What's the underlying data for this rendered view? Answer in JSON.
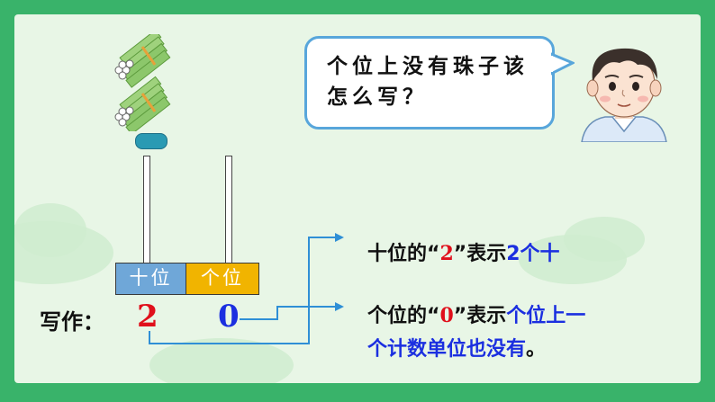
{
  "bubble": {
    "text": "个位上没有珠子该怎么写？"
  },
  "abacus": {
    "tens_label": "十位",
    "ones_label": "个位",
    "tens_color": "#6fa7d8",
    "ones_color": "#f1b400",
    "bead_color": "#2a9ab3"
  },
  "write": {
    "label": "写作：",
    "tens_digit": "2",
    "ones_digit": "0"
  },
  "statements": {
    "tens": {
      "prefix": "十位的“",
      "digit": "2",
      "middle": "”表示",
      "meaning": "2个十"
    },
    "ones": {
      "prefix": "个位的“",
      "digit": "0",
      "middle": "”表示",
      "meaning_line1": "个位上一",
      "meaning_line2": "个计数单位也没有",
      "end": "。"
    }
  },
  "colors": {
    "frame": "#39b36a",
    "panel": "#e8f6e6",
    "arrow": "#2f8fd6",
    "red_digit": "#e0101c",
    "blue_text": "#1b2fe0"
  }
}
